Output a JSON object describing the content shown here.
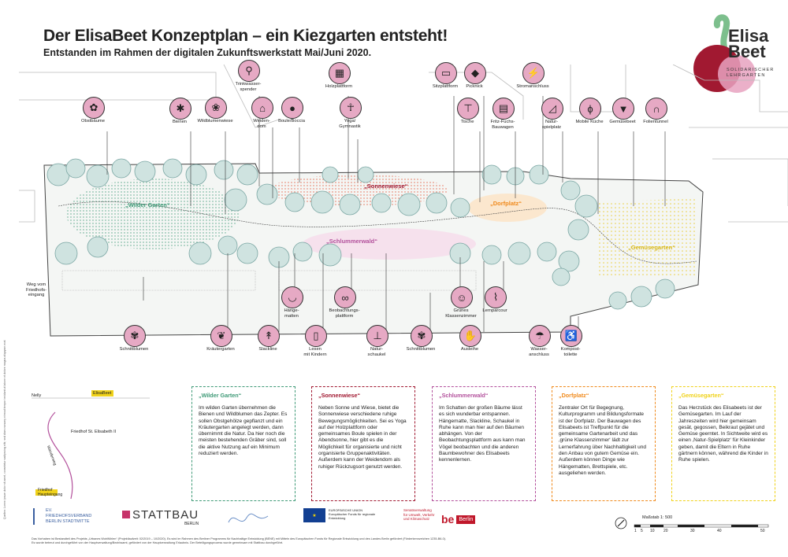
{
  "title": "Der ElisaBeet Konzeptplan – ein Kiezgarten entsteht!",
  "subtitle": "Entstanden im Rahmen der digitalen Zukunftswerkstatt Mai/Juni 2020.",
  "side_text": "Quellen: Lorem ipsum dolor sit amet, consetetur sadipscing elitr, sed diam nonumy eirmod tempor invidunt ut labore et dolore magna aliquyam erat",
  "logo": {
    "line1": "Elisa",
    "line2": "Beet",
    "sub1": "SOLIDARISCHER",
    "sub2": "LEHRGARTEN"
  },
  "colors": {
    "pink": "#e6a9c4",
    "green": "#3f9a77",
    "darkred": "#a11931",
    "purple": "#b3519c",
    "orange": "#f08a1c",
    "yellow": "#f0d21a"
  },
  "map_icons": [
    {
      "label": "Obstbäume",
      "icon": "tree-icon"
    },
    {
      "label": "Bienen",
      "icon": "bee-icon"
    },
    {
      "label": "Wildblumenwiese",
      "icon": "flower-icon"
    },
    {
      "label": "Trinkwasser-\nspender",
      "icon": "tap-icon"
    },
    {
      "label": "Weiden-\ndom",
      "icon": "dome-icon"
    },
    {
      "label": "Boule/Boccia",
      "icon": "boule-icon"
    },
    {
      "label": "Holzplattform",
      "icon": "platform-icon"
    },
    {
      "label": "Yoga/\nGymnastik",
      "icon": "yoga-icon"
    },
    {
      "label": "Sitzplattform",
      "icon": "bench-icon"
    },
    {
      "label": "Picknick",
      "icon": "basket-icon"
    },
    {
      "label": "Stromanschluss",
      "icon": "plug-icon"
    },
    {
      "label": "Tische",
      "icon": "table-icon"
    },
    {
      "label": "Fritz-Fuchs-\nBauwagen",
      "icon": "wagon-icon"
    },
    {
      "label": "Natur-\nspielplatz",
      "icon": "slide-icon"
    },
    {
      "label": "Mobile Küche",
      "icon": "spoon-icon"
    },
    {
      "label": "Gemüsebeet",
      "icon": "carrot-icon"
    },
    {
      "label": "Folientunnel",
      "icon": "tunnel-icon"
    },
    {
      "label": "Hänge-\nmatten",
      "icon": "hammock-icon"
    },
    {
      "label": "Beobachtungs-\nplattform",
      "icon": "binoculars-icon"
    },
    {
      "label": "Grünes\nKlassenzimmer",
      "icon": "class-icon"
    },
    {
      "label": "Lernparcour",
      "icon": "parcour-icon"
    },
    {
      "label": "Schnittblumen",
      "icon": "cutflower-icon"
    },
    {
      "label": "Kräutergarten",
      "icon": "herb-icon"
    },
    {
      "label": "Slackline",
      "icon": "slackline-icon"
    },
    {
      "label": "Lesen\nmit Kindern",
      "icon": "book-icon"
    },
    {
      "label": "Natur-\nschaukel",
      "icon": "swing-icon"
    },
    {
      "label": "Schnittblumen",
      "icon": "cutflower2-icon"
    },
    {
      "label": "Ausleihe",
      "icon": "lend-icon"
    },
    {
      "label": "Wasser-\nanschluss",
      "icon": "water-icon"
    },
    {
      "label": "Kompost-\ntoilette",
      "icon": "toilet-icon"
    }
  ],
  "zones": {
    "wilder": "„Wilder Garten“",
    "sonnen": "„Sonnenwiese“",
    "schlummer": "„Schlummerwald“",
    "dorf": "„Dorfplatz“",
    "gemuese": "„Gemüsegarten“"
  },
  "map_small": {
    "weg": "Weg vom\nFriedhofs-\neingang",
    "text_left": "Friedhof"
  },
  "legend": {
    "nelly": "Nelly",
    "elisabeet": "ElisaBeet",
    "friedhof": "Friedhof St. Elisabeth II",
    "weg": "Wanderweg",
    "haupt1": "Friedhof",
    "haupt2": "Haupteingang"
  },
  "boxes": [
    {
      "title": "„Wilder Garten“",
      "text": "Im wilden Garten übernehmen die Bienen und Wildblumen das Zepter. Es sollen Obstgehölze gepflanzt und ein Kräutergarten angelegt werden, dann übernimmt die Natur. Da hier noch die meisten bestehenden Gräber sind, soll die aktive Nutzung auf ein Minimum reduziert werden."
    },
    {
      "title": "„Sonnenwiese“",
      "text": "Neben Sonne und Wiese, bietet die Sonnenwiese verschiedene ruhige Bewegungsmöglichkeiten. Sei es Yoga auf der Holzplattform oder gemeinsames Boule spielen in der Abendsonne, hier gibt es die Möglichkeit für organisierte und nicht organisierte Gruppenaktivitäten. Außerdem kann der Weidendom als ruhiger Rückzugsort genutzt werden."
    },
    {
      "title": "„Schlummerwald“",
      "text": "Im Schatten der großen Bäume lässt es sich wunderbar entspannen. Hängematte, Slackline, Schaukel in Ruhe kann man hier auf den Bäumen abhängen. Von der Beobachtungsplattform aus kann man Vögel beobachten und die anderen Baumbewohner des Elisabeets kennenlernen."
    },
    {
      "title": "„Dorfplatz“",
      "text": "Zentraler Ort für Begegnung, Kulturprogramm und Bildungsformate ist der Dorfplatz. Der Bauwagen des Elisabeets ist Treffpunkt für die gemeinsame Gartenarbeit und das ‚grüne Klassenzimmer‘ lädt zur Lernerfahrung über Nachhaltigkeit und den Anbau von gutem Gemüse ein. Außerdem können Dinge wie Hängematten, Brettspiele, etc. ausgeliehen werden."
    },
    {
      "title": "„Gemüsegarten“",
      "text": "Das Herzstück des Elisabeets ist der Gemüsegarten. Im Lauf der Jahreszeiten wird hier gemeinsam gesät, gegossen, Beikraut gejätet und Gemüse geerntet. In Sichtweite wird es einen ‚Natur-Spielplatz‘ für Kleinkinder geben, damit die Eltern in Ruhe gärtnern können, während die Kinder in Ruhe spielen."
    }
  ],
  "partners": {
    "ev1": "EV. FRIEDHOFSVERBAND",
    "ev2": "BERLIN STADTMITTE",
    "stattbau": "STATTBAU",
    "stattbau_sub": "BERLIN",
    "eu1": "EUROPÄISCHE UNION",
    "eu2": "Europäischer Fonds für regionale Entwicklung",
    "sen1": "Senatsverwaltung",
    "sen2": "für Umwelt, Verkehr",
    "sen3": "und Klimaschutz",
    "be": "be",
    "berlin": "Berlin"
  },
  "scale": {
    "label": "Maßstab 1: 500",
    "ticks": [
      "1",
      "5",
      "10",
      "20",
      "30",
      "40",
      "50"
    ]
  },
  "footer1": "Das Vorhaben ist Bestandteil des Projekts „Urbanes Wohlfühlen“ (Projektlaufzeit: 02/2019 – 10/2020). Es wird im Rahmen des Berliner Programms für Nachhaltige Entwicklung (BENE) mit Mitteln des Europäischen Fonds für Regionale Entwicklung und des Landes Berlin gefördert (Förderkennzeichen 1235-B6-0).",
  "footer2": "Es wurde betreut und durchgeführt von der Hauptverwaltung/Bezirksamt, gefördert von der Hauptverwaltung Erlaubnis. Der Beteiligungsprozess wurde gemeinsam mit Stattbau durchgeführt."
}
